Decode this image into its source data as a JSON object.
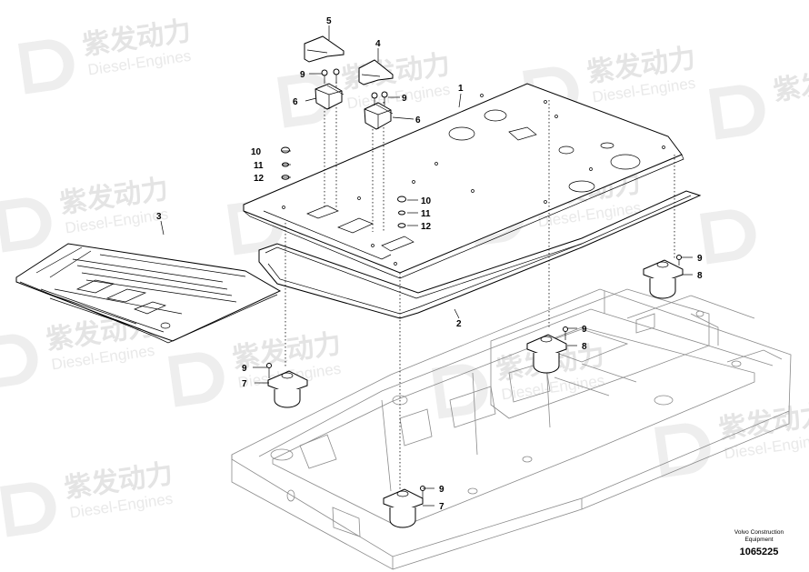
{
  "watermark": {
    "cn": "紫发动力",
    "en": "Diesel-Engines"
  },
  "callouts": [
    "1",
    "2",
    "3",
    "4",
    "5",
    "6",
    "7",
    "8",
    "9",
    "10",
    "11",
    "12"
  ],
  "footer": {
    "brand_line1": "Volvo Construction",
    "brand_line2": "Equipment",
    "drawing_number": "1065225"
  }
}
